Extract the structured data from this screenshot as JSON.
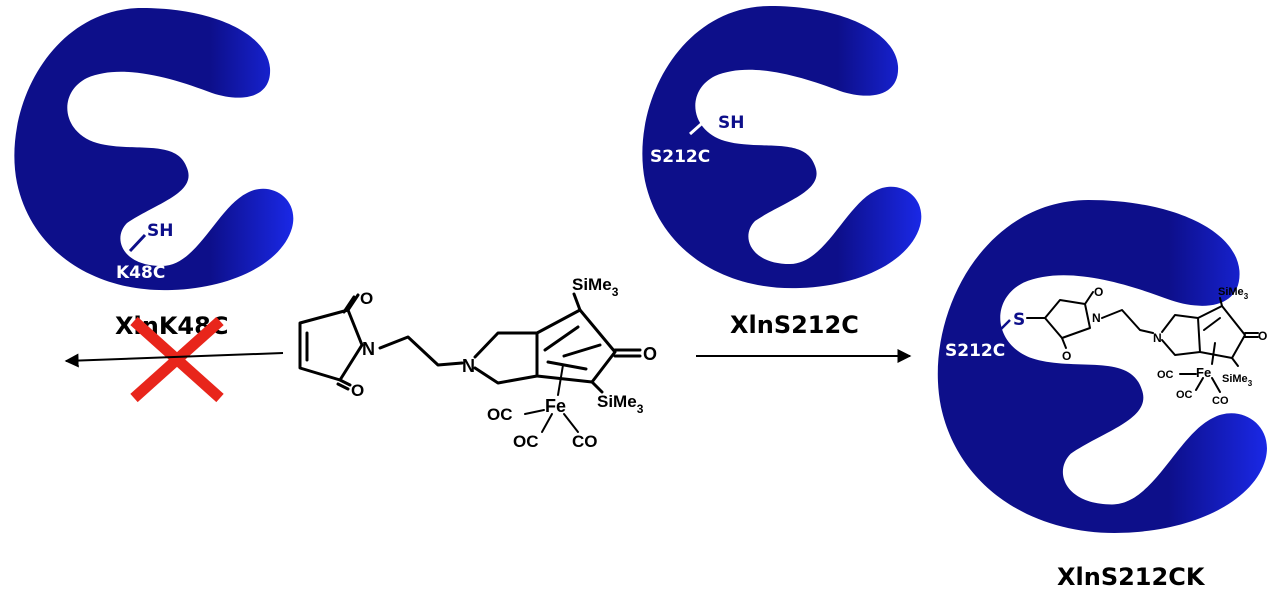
{
  "colors": {
    "protein_dark": "#0d0f8a",
    "protein_light": "#1a28e6",
    "cross": "#e8251b",
    "residue_label": "#ffffff",
    "thiol_label": "#0d0f8a"
  },
  "proteins": {
    "k48c": {
      "name": "XlnK48C",
      "residue": "K48C",
      "thiol": "SH"
    },
    "s212c": {
      "name": "XlnS212C",
      "residue": "S212C",
      "thiol": "SH"
    },
    "s212ck": {
      "name": "XlnS212CK",
      "residue": "S212C",
      "linker_atom": "S"
    }
  },
  "reagent": {
    "atoms": {
      "oxygen": "O",
      "nitrogen": "N",
      "iron": "Fe"
    },
    "groups": {
      "oc": "OC",
      "co": "CO",
      "si_prefix": "SiMe",
      "si_subscript": "3"
    }
  },
  "icons": {
    "blocked": "red-x-icon",
    "arrow_left": "arrow-left-icon",
    "arrow_right": "arrow-right-icon"
  }
}
